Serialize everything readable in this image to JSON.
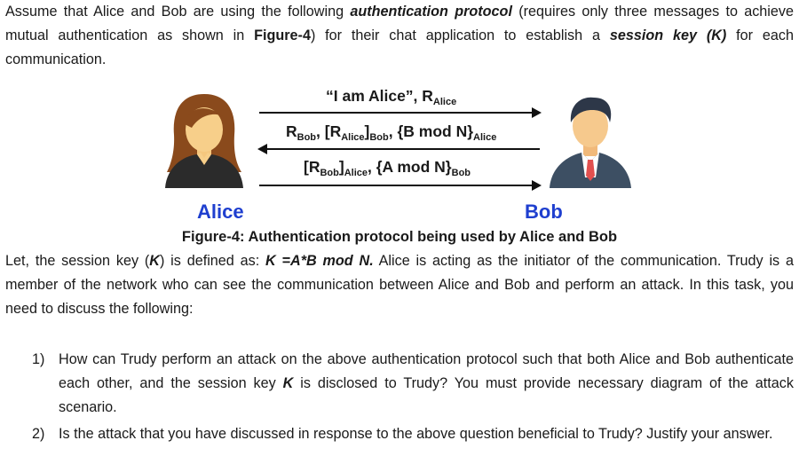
{
  "intro": {
    "part1": "Assume that Alice and Bob are using the following ",
    "bold1": "authentication protocol",
    "part2": " (requires only three messages to achieve mutual authentication as shown in ",
    "fig_ref": "Figure-4",
    "part3": ") for their chat application to establish a ",
    "bold2": "session key (K)",
    "part4": " for each communication."
  },
  "diagram": {
    "alice_label": "Alice",
    "bob_label": "Bob",
    "msg1": {
      "text": "“I am Alice”, R",
      "sub": "Alice"
    },
    "msg2": {
      "t1": "R",
      "s1": "Bob",
      "t2": ", [R",
      "s2": "Alice",
      "t3": "]",
      "s3": "Bob",
      "t4": ", {B mod N}",
      "s4": "Alice"
    },
    "msg3": {
      "t1": "[R",
      "s1": "Bob",
      "t2": "]",
      "s2": "Alice",
      "t3": ", {A mod N}",
      "s3": "Bob"
    },
    "caption": "Figure-4: Authentication protocol being used by Alice and Bob",
    "colors": {
      "label": "#1f3fcf",
      "alice_hair": "#8a4a1c",
      "alice_shirt": "#2b2b2b",
      "bob_suit": "#3d4f63",
      "bob_tie": "#e2504f"
    }
  },
  "session": {
    "part1": "Let, the session key (",
    "k1": "K",
    "part2": ") is defined as: ",
    "formula": "K =A*B mod N.",
    "part3": " Alice is acting as the initiator of the communication. Trudy is a member of the network who can see the communication between Alice and Bob and perform an attack. In this task, you need to discuss the following:"
  },
  "questions": [
    {
      "num": "1)",
      "part1": "How can Trudy perform an attack on the above authentication protocol such that both Alice and Bob authenticate each other, and the session key ",
      "k": "K",
      "part2": " is disclosed to Trudy? You must provide necessary diagram of the attack scenario."
    },
    {
      "num": "2)",
      "text": "Is the attack that you have discussed in response to the above question beneficial to Trudy? Justify your answer."
    }
  ]
}
